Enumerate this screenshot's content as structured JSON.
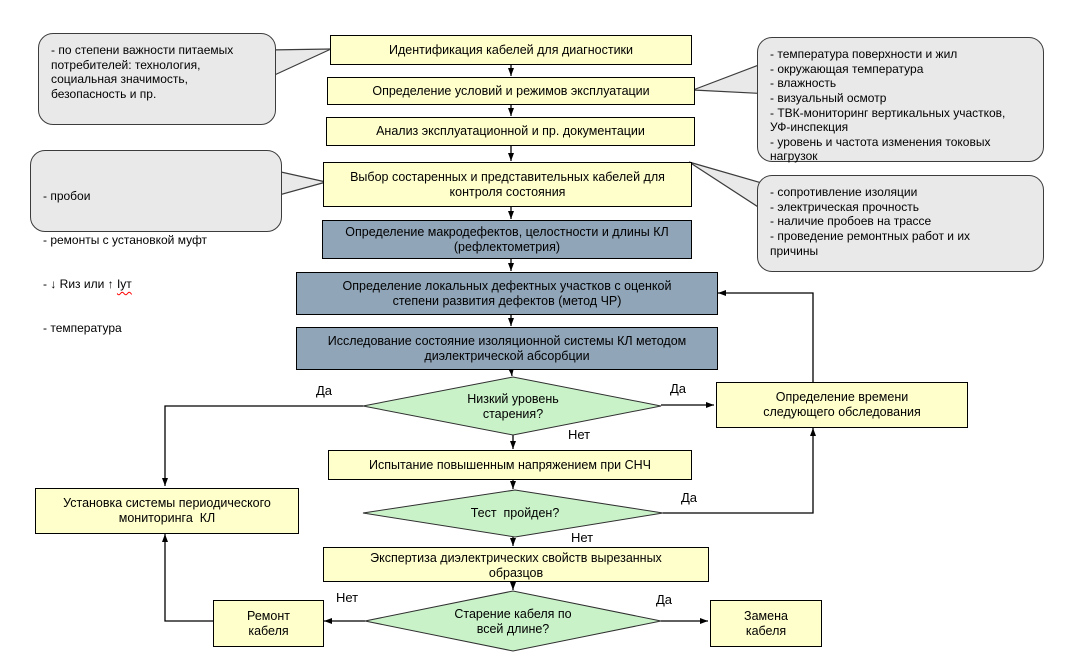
{
  "boxes": {
    "identify": "Идентификация кабелей для диагностики",
    "conditions": "Определение условий и режимов эксплуатации",
    "analysis": "Анализ эксплуатационной и пр. документации",
    "selection": "Выбор состаренных и представительных кабелей для\nконтроля состояния",
    "macrodefects": "Определение макродефектов, целостности и длины КЛ\n(рефлектометрия)",
    "local_defects": "Определение локальных дефектных участков с оценкой\nстепени развития дефектов (метод ЧР)",
    "insulation_study": "Исследование состояние изоляционной системы КЛ методом\nдиэлектрической абсорбции",
    "high_voltage_test": "Испытание повышенным напряжением при СНЧ",
    "expertise": "Экспертиза диэлектрических свойств вырезанных\nобразцов",
    "monitoring": "Установка системы периодического\nмониторинга  КЛ",
    "next_survey": "Определение времени\nследующего обследования",
    "repair": "Ремонт\nкабеля",
    "replace": "Замена\nкабеля"
  },
  "decisions": {
    "low_aging": "Низкий уровень\nстарения?",
    "test_passed": "Тест  пройден?",
    "aging_full_length": "Старение кабеля по\nвсей длине?"
  },
  "labels": {
    "yes": "Да",
    "no": "Нет"
  },
  "callouts": {
    "importance": {
      "text": "- по степени важности питаемых\nпотребителей: технология,\nсоциальная значимость,\nбезопасность и пр."
    },
    "history": {
      "line1": "- пробои",
      "line2": "- ремонты с установкой муфт",
      "line3_prefix": "- ↓ Rиз или ↑ ",
      "line3_word": "Iут",
      "line4": "- температура"
    },
    "environment": {
      "text": "- температура поверхности и жил\n- окружающая температура\n- влажность\n- визуальный осмотр\n- ТВК-мониторинг вертикальных участков,\nУФ-инспекция\n- уровень и частота изменения токовых\nнагрузок"
    },
    "electrical": {
      "text": "- сопротивление изоляции\n- электрическая прочность\n- наличие пробоев на трассе\n- проведение ремонтных работ и их\nпричины"
    }
  },
  "colors": {
    "process_fill": "#FFFFCC",
    "highlight_fill": "#90A5B8",
    "decision_fill": "#C9F2C9",
    "callout_fill": "#E9E9E9",
    "misspell_underline": "#FF0000"
  }
}
